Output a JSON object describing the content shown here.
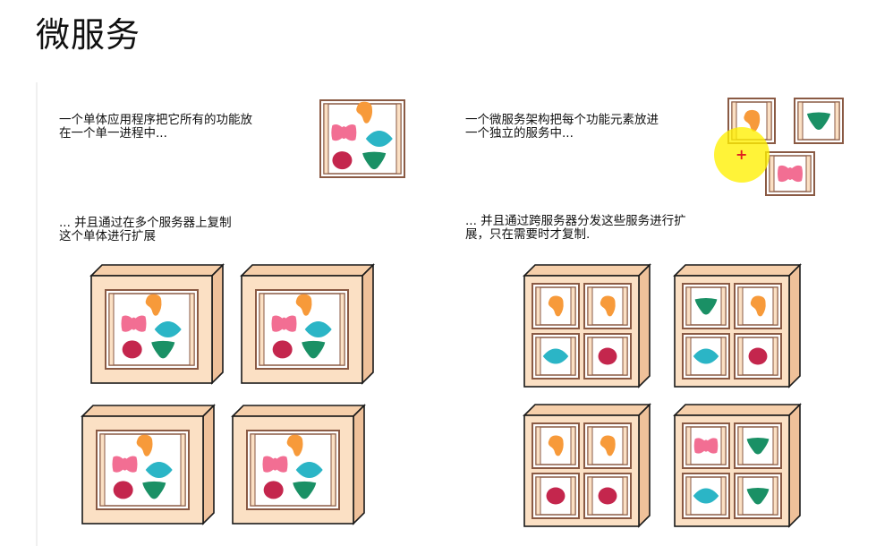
{
  "title": "微服务",
  "captions": {
    "monolith_intro": "一个单体应用程序把它所有的功能放\n在一个单一进程中...",
    "monolith_scale": "... 并且通过在多个服务器上复制\n这个单体进行扩展",
    "micro_intro": "一个微服务架构把每个功能元素放进\n一个独立的服务中...",
    "micro_scale": "... 并且通过跨服务器分发这些服务进行扩\n展，只在需要时才复制."
  },
  "colors": {
    "frame": "#8a5a44",
    "frame_fill": "#fbe0c4",
    "panel": "#ffffff",
    "pink": "#f26e93",
    "orange": "#f79a3a",
    "teal": "#2bb5c6",
    "red": "#c4264d",
    "green": "#1a9065",
    "cursor": "#fff000"
  },
  "icons": {
    "pink": "bowtie-shape",
    "orange": "blob-shape",
    "teal": "diamond-shape",
    "red": "circle-shape",
    "green": "triangle-shape"
  },
  "monolith": {
    "servers": 4,
    "functions": [
      "pink",
      "orange",
      "teal",
      "red",
      "green"
    ]
  },
  "microservices": {
    "services": [
      "orange",
      "green",
      "pink"
    ],
    "servers": [
      [
        "orange",
        "orange",
        "teal",
        "red"
      ],
      [
        "green",
        "orange",
        "teal",
        "red"
      ],
      [
        "orange",
        "orange",
        "red",
        "red"
      ],
      [
        "pink",
        "green",
        "teal",
        "green"
      ]
    ]
  }
}
